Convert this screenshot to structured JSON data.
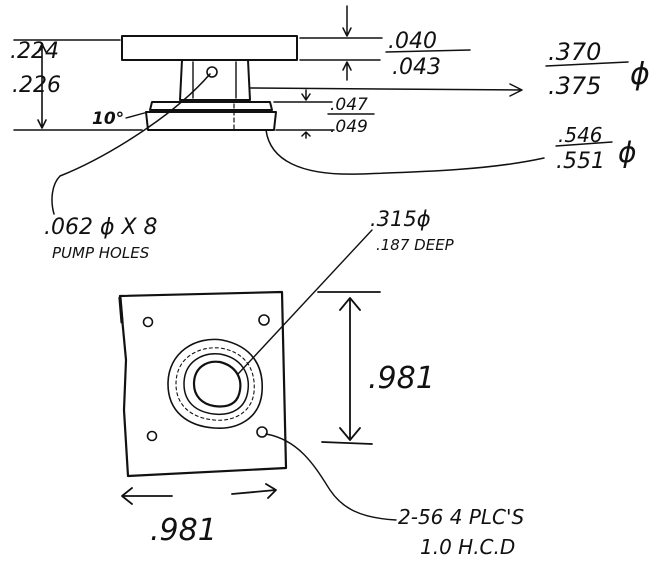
{
  "side_view": {
    "height_upper": ".224",
    "height_lower": ".226",
    "angle": "10°",
    "flange_thk_upper": ".040",
    "flange_thk_lower": ".043",
    "boss_dia_upper": ".370",
    "boss_dia_lower": ".375",
    "boss_dia_symbol": "ϕ",
    "step_upper": ".047",
    "step_lower": ".049",
    "base_dia_upper": ".546",
    "base_dia_lower": ".551",
    "base_dia_symbol": "ϕ",
    "pump_holes_line1": ".062 ϕ X 8",
    "pump_holes_line2": "PUMP HOLES"
  },
  "top_view": {
    "bore_dia": ".315ϕ",
    "bore_depth": ".187 DEEP",
    "height": ".981",
    "width": ".981",
    "thread_line1": "2-56  4 PLC'S",
    "thread_line2": "1.0 H.C.D"
  }
}
